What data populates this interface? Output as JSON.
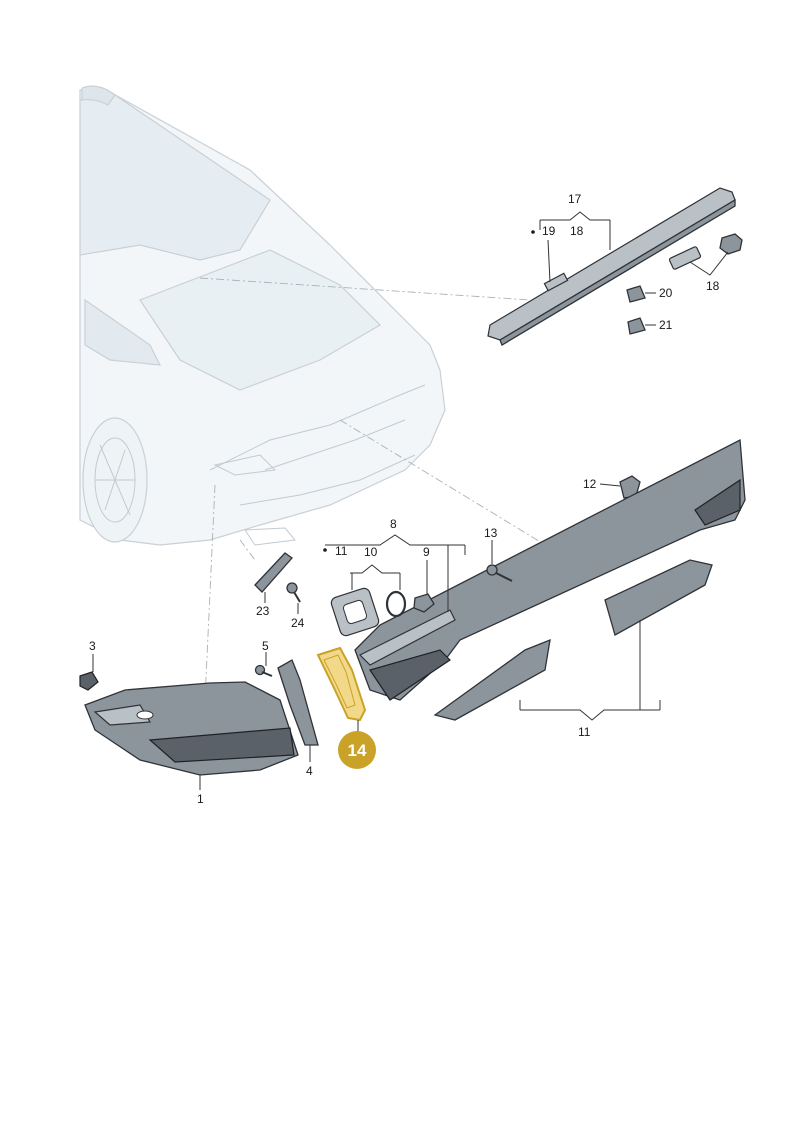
{
  "labels": {
    "p1": "1",
    "p3": "3",
    "p4": "4",
    "p5": "5",
    "p8": "8",
    "p9": "9",
    "p10": "10",
    "p11a": "11",
    "p11b": "11",
    "p12": "12",
    "p13": "13",
    "p17": "17",
    "p18a": "18",
    "p18b": "18",
    "p19": "19",
    "p20": "20",
    "p21": "21",
    "p23": "23",
    "p24": "24"
  },
  "highlight": {
    "label": "14",
    "color": "#c9a227",
    "fill": "#f2d98a"
  },
  "colors": {
    "ghost_car": "#e9eef2",
    "part_grey": "#8d959c",
    "highlight_gold": "#c9a227"
  }
}
